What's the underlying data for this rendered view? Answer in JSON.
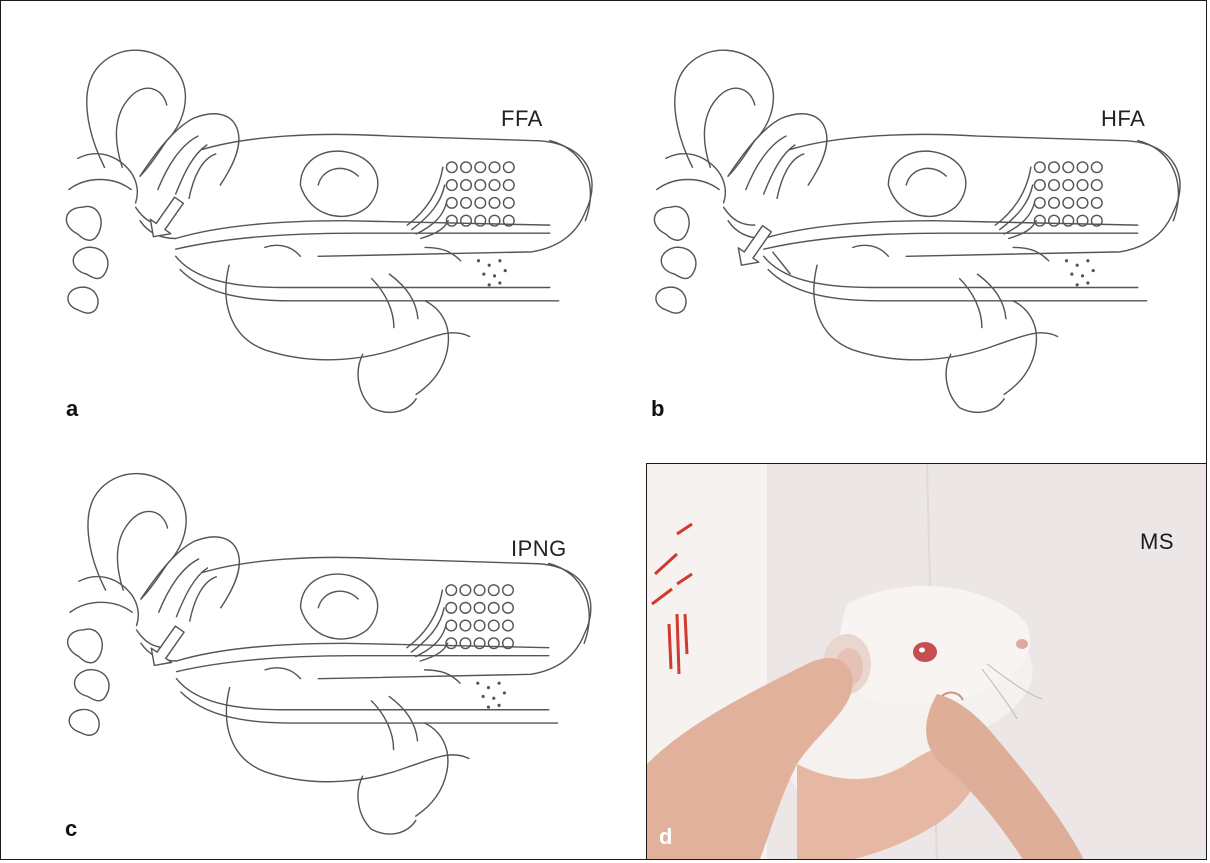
{
  "colors": {
    "line": "#555555",
    "frame": "#1a1a1a",
    "photo_bg": "#ece7e6",
    "rat_fur": "#f4f1ee",
    "skin": "#e2b19c"
  },
  "panels": [
    {
      "letter": "a",
      "title": "FFA"
    },
    {
      "letter": "b",
      "title": "HFA"
    },
    {
      "letter": "c",
      "title": "IPNG"
    }
  ],
  "photo_panel": {
    "letter": "d",
    "title": "MS"
  },
  "icons": [
    "arrow-icon"
  ]
}
